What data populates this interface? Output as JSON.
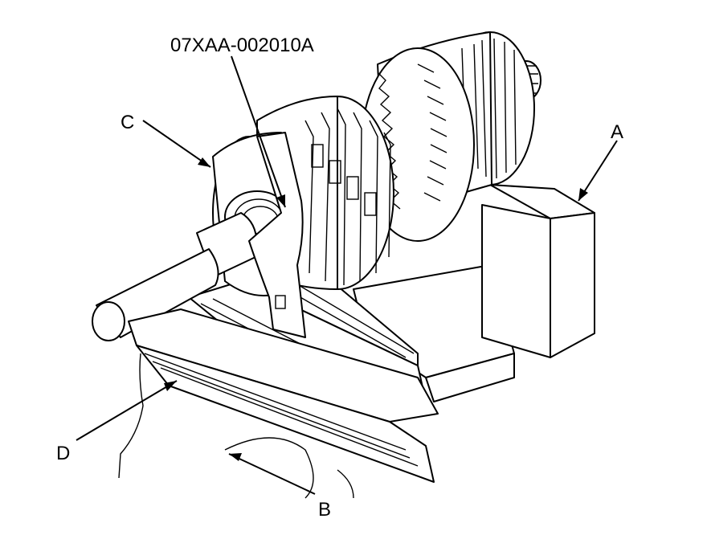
{
  "tool_callout": "07XAA-002010A",
  "callouts": {
    "a": "A",
    "b": "B",
    "c": "C",
    "d": "D"
  }
}
